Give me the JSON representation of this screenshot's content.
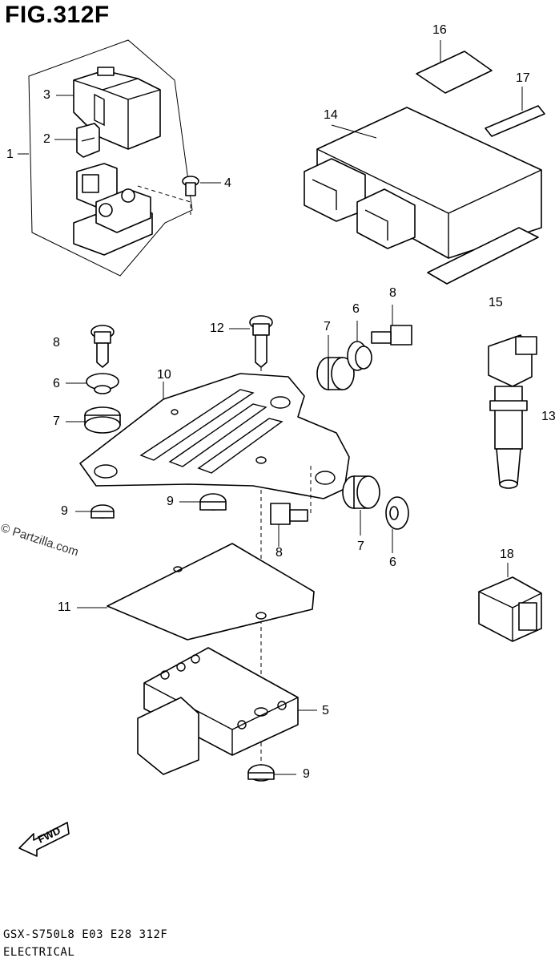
{
  "figure": {
    "title": "FIG.312F",
    "model_code": "GSX-S750L8  E03  E28  312F",
    "section_name": "ELECTRICAL",
    "watermark": "© Partzilla.com",
    "fwd_label": "FWD"
  },
  "callouts": [
    {
      "id": "c1",
      "label": "1"
    },
    {
      "id": "c2",
      "label": "2"
    },
    {
      "id": "c3",
      "label": "3"
    },
    {
      "id": "c4",
      "label": "4"
    },
    {
      "id": "c5",
      "label": "5"
    },
    {
      "id": "c6a",
      "label": "6"
    },
    {
      "id": "c6b",
      "label": "6"
    },
    {
      "id": "c6c",
      "label": "6"
    },
    {
      "id": "c7a",
      "label": "7"
    },
    {
      "id": "c7b",
      "label": "7"
    },
    {
      "id": "c7c",
      "label": "7"
    },
    {
      "id": "c8a",
      "label": "8"
    },
    {
      "id": "c8b",
      "label": "8"
    },
    {
      "id": "c8c",
      "label": "8"
    },
    {
      "id": "c9a",
      "label": "9"
    },
    {
      "id": "c9b",
      "label": "9"
    },
    {
      "id": "c9c",
      "label": "9"
    },
    {
      "id": "c10",
      "label": "10"
    },
    {
      "id": "c11",
      "label": "11"
    },
    {
      "id": "c12",
      "label": "12"
    },
    {
      "id": "c13",
      "label": "13"
    },
    {
      "id": "c14",
      "label": "14"
    },
    {
      "id": "c15",
      "label": "15"
    },
    {
      "id": "c16",
      "label": "16"
    },
    {
      "id": "c17",
      "label": "17"
    },
    {
      "id": "c18",
      "label": "18"
    }
  ]
}
